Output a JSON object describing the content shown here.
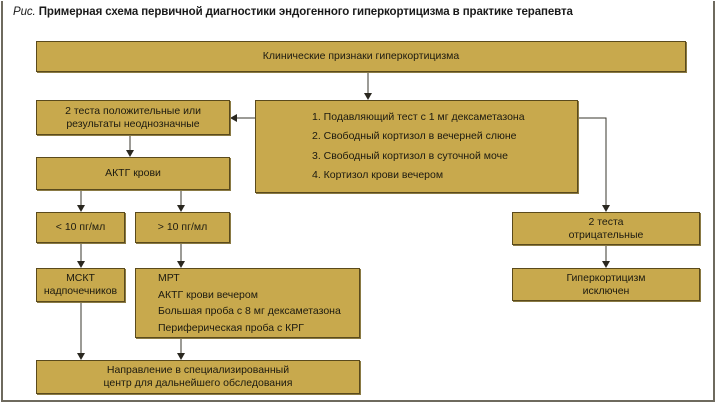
{
  "caption": {
    "prefix": "Рис.",
    "title": "Примерная схема первичной диагностики эндогенного гиперкортицизма в практике терапевта"
  },
  "nodes": {
    "clinical_signs": "Клинические признаки гиперкортицизма",
    "positive": [
      "2 теста положительные или",
      "результаты неоднозначные"
    ],
    "tests": [
      "1. Подавляющий тест с 1 мг дексаметазона",
      "2. Свободный кортизол в вечерней слюне",
      "3. Свободный кортизол в суточной моче",
      "4. Кортизол крови вечером"
    ],
    "actg": "АКТГ крови",
    "low": "< 10 пг/мл",
    "high": "> 10 пг/мл",
    "msct": [
      "МСКТ",
      "надпочечников"
    ],
    "mrt": [
      "МРТ",
      "АКТГ крови вечером",
      "Большая проба с 8 мг дексаметазона",
      "Периферическая проба с КРГ"
    ],
    "referral": [
      "Направление в специализированный",
      "центр для дальнейшего обследования"
    ],
    "negative": [
      "2 теста",
      "отрицательные"
    ],
    "excluded": [
      "Гиперкортицизм",
      "исключен"
    ]
  },
  "colors": {
    "box_fill": "#c8a94d",
    "box_border": "#5a4a1c",
    "line": "#3a372e",
    "frame": "#6e6a5e"
  }
}
